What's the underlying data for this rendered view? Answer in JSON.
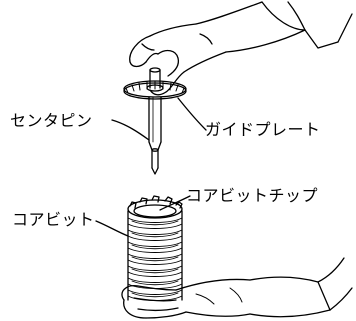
{
  "labels": {
    "center_pin": "センタピン",
    "guide_plate": "ガイドプレート",
    "core_bit_tip": "コアビットチップ",
    "core_bit": "コアビット"
  },
  "colors": {
    "line": "#000000",
    "background": "#ffffff"
  }
}
